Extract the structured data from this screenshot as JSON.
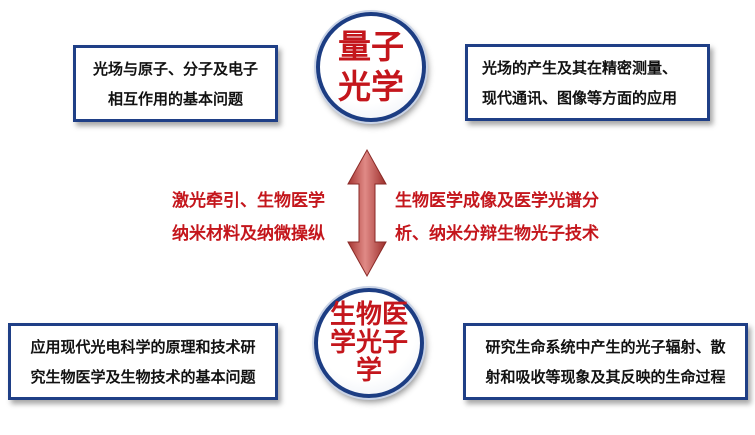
{
  "center_top": {
    "lines": [
      "量子",
      "光学"
    ]
  },
  "center_bottom": {
    "lines": [
      "生物医",
      "学光子",
      "学"
    ]
  },
  "box_top_left": {
    "lines": [
      "光场与原子、分子及电子",
      "相互作用的基本问题"
    ]
  },
  "box_top_right": {
    "lines": [
      "光场的产生及其在精密测量、",
      "现代通讯、图像等方面的应用"
    ]
  },
  "box_bottom_left": {
    "lines": [
      "应用现代光电科学的原理和技术研",
      "究生物医学及生物技术的基本问题"
    ]
  },
  "box_bottom_right": {
    "lines": [
      "研究生命系统中产生的光子辐射、散",
      "射和吸收等现象及其反映的生命过程"
    ]
  },
  "middle_left": {
    "lines": [
      "激光牵引、生物医学",
      "纳米材料及纳微操纵"
    ]
  },
  "middle_right": {
    "lines": [
      "生物医学成像及医学光谱分",
      "析、纳米分辩生物光子技术"
    ]
  },
  "colors": {
    "accent_red": "#c4161c",
    "border_blue": "#1f3f86",
    "arrow_red": "#c0504d"
  },
  "icons": {
    "arrow": "double-headed-vertical-arrow"
  }
}
